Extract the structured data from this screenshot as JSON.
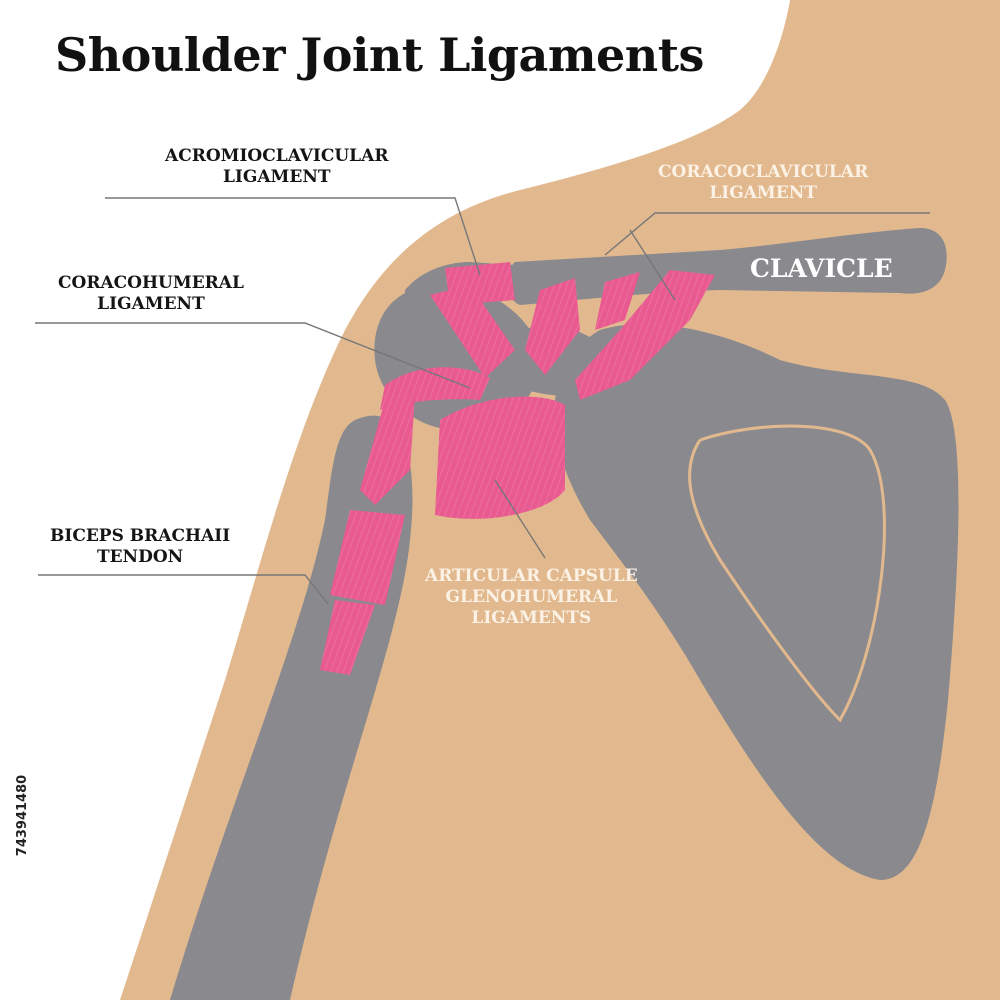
{
  "title": "Shoulder Joint Ligaments",
  "labels": {
    "acromioclavicular": [
      "ACROMIOCLAVICULAR",
      "LIGAMENT"
    ],
    "coracoclavicular": [
      "CORACOCLAVICULAR",
      "LIGAMENT"
    ],
    "coracohumeral": [
      "CORACOHUMERAL",
      "LIGAMENT"
    ],
    "biceps": [
      "BICEPS BRACHAII",
      "TENDON"
    ],
    "capsule": [
      "ARTICULAR CAPSULE",
      "GLENOHUMERAL",
      "LIGAMENTS"
    ],
    "clavicle": "CLAVICLE"
  },
  "stock_id": "743941480",
  "colors": {
    "skin": "#e2b98e",
    "bone": "#8a8a8e",
    "ligament": "#e85a90",
    "ligament_stripe": "#f07aa8",
    "background": "#ffffff"
  }
}
